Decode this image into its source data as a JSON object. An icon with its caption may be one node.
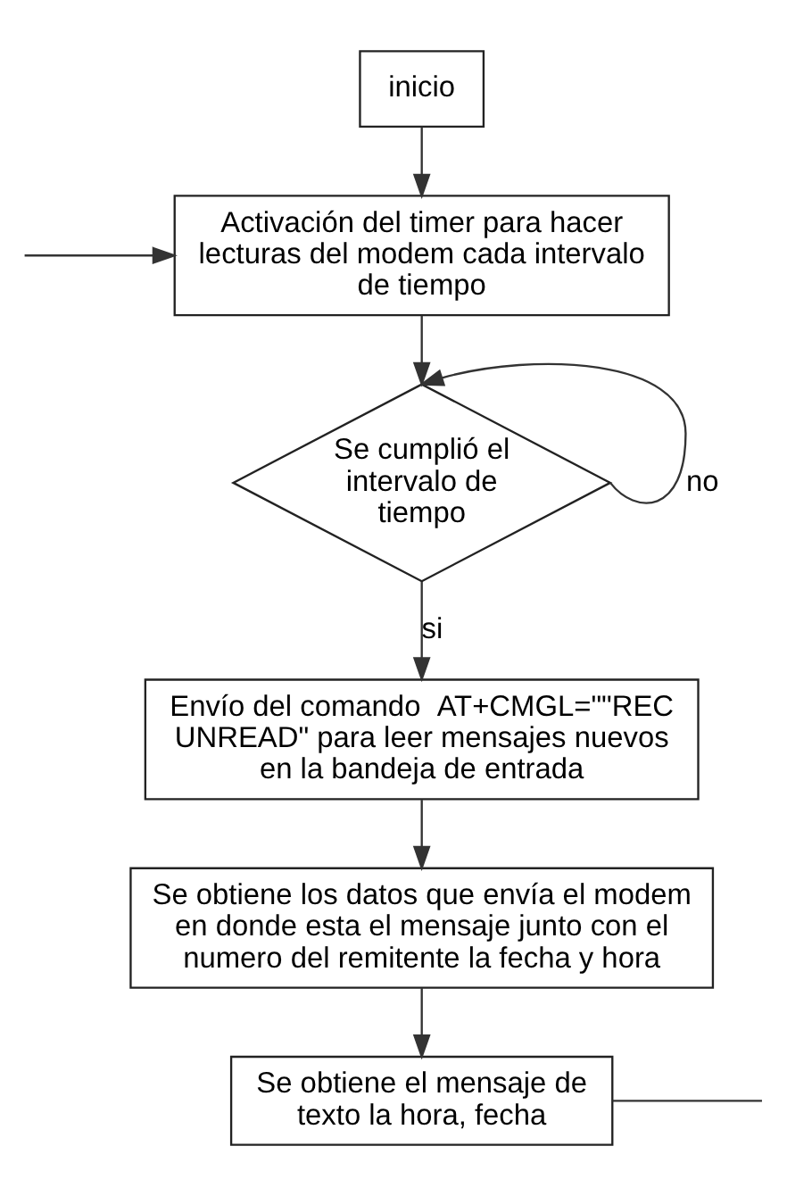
{
  "diagram": {
    "nodes": [
      {
        "text": [
          "inicio"
        ]
      },
      {
        "text": [
          "Activación del timer para hacer lecturas del modem cada intervalo de tiempo"
        ]
      },
      {
        "text": [
          "Se cumplió el intervalo de tiempo"
        ]
      },
      {
        "text": [
          "Envío del comando  AT+CMGL=\"\"REC UNREAD\" para leer mensajes nuevos en la bandeja de entrada"
        ]
      },
      {
        "text": [
          "Se obtiene los datos que envía el modem en donde esta el mensaje junto con el numero del remitente la fecha y hora"
        ]
      },
      {
        "text": [
          "Se obtiene el mensaje de texto la hora, fecha"
        ]
      }
    ],
    "edges": [
      {
        "from": 0,
        "to": 1,
        "arrow": "to"
      },
      {
        "from": null,
        "to": 1,
        "arrow": "to"
      },
      {
        "from": 1,
        "to": 2,
        "arrow": "to"
      },
      {
        "from": 2,
        "to": 2,
        "arrow": "to",
        "label": "no"
      },
      {
        "from": 2,
        "to": 3,
        "arrow": "to",
        "label": "si"
      },
      {
        "from": 3,
        "to": 4,
        "arrow": "to"
      },
      {
        "from": 4,
        "to": 5,
        "arrow": "to"
      },
      {
        "from": 5,
        "to": null,
        "arrow": "none"
      }
    ]
  }
}
